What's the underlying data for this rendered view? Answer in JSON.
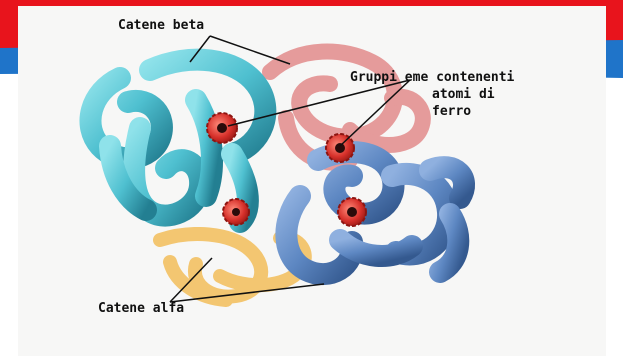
{
  "labels": {
    "beta": "Catene beta",
    "gruppi_line1": "Gruppi eme contenenti",
    "gruppi_line2": "atomi di",
    "gruppi_line3": "ferro",
    "alfa": "Catene alfa"
  },
  "icons": [
    "heme-group-icon",
    "hemoglobin-structure-icon"
  ],
  "colors": {
    "banner_red": "#e8141c",
    "banner_blue": "#1f74c9",
    "beta_chain": "#5bc8d6",
    "beta_chain_dark": "#2a8fa3",
    "alfa_chain_pink": "#e49292",
    "alfa_chain_yellow": "#f3c46a",
    "blue_chain": "#5d87c2",
    "heme": "#d6302a"
  }
}
